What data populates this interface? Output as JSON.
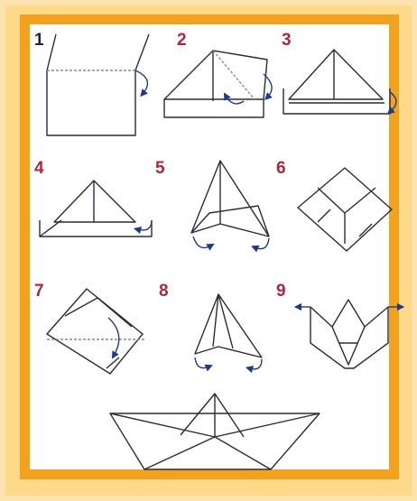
{
  "steps": [
    {
      "label": "1",
      "color": "black"
    },
    {
      "label": "2",
      "color": "red"
    },
    {
      "label": "3",
      "color": "red"
    },
    {
      "label": "4",
      "color": "red"
    },
    {
      "label": "5",
      "color": "red"
    },
    {
      "label": "6",
      "color": "red"
    },
    {
      "label": "7",
      "color": "red"
    },
    {
      "label": "8",
      "color": "red"
    },
    {
      "label": "9",
      "color": "red"
    }
  ],
  "colors": {
    "outer_background": "#fbe3b0",
    "frame_inner": "#fdd98a",
    "frame_border": "#f3a21f",
    "panel": "#ffffff",
    "line": "#2b2b3a",
    "fold_line": "#8a8a9a",
    "arrow": "#1f3a8a",
    "step_number": "#b0263a"
  }
}
